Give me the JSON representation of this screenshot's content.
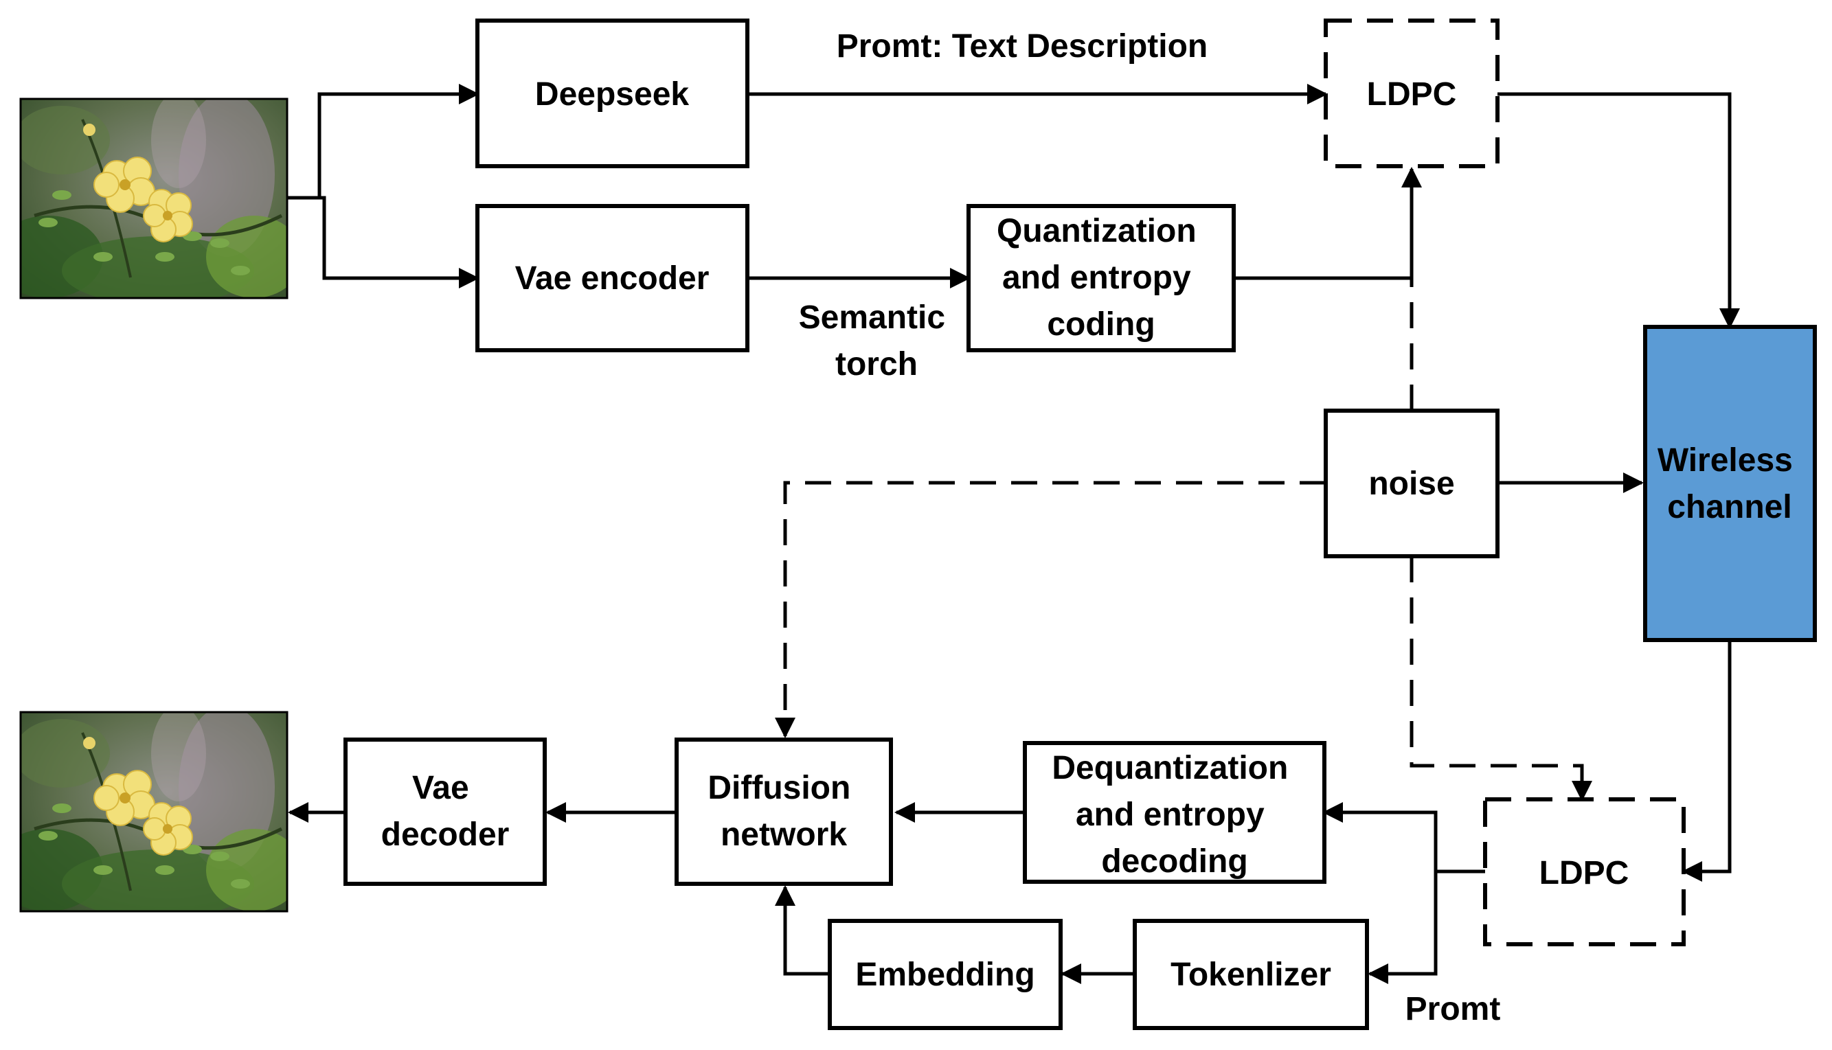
{
  "colors": {
    "channel_fill": "#5b9bd5",
    "stroke": "#000000"
  },
  "icons": {
    "input_photo": "flower-photo-icon",
    "output_photo": "flower-photo-icon"
  },
  "nodes": {
    "deepseek": "Deepseek",
    "vae_encoder": "Vae encoder",
    "quant": [
      "Quantization",
      "and entropy",
      "coding"
    ],
    "ldpc_tx": "LDPC",
    "noise": "noise",
    "channel": [
      "Wireless",
      "channel"
    ],
    "ldpc_rx": "LDPC",
    "dequant": [
      "Dequantization",
      "and entropy",
      "decoding"
    ],
    "diffusion": [
      "Diffusion",
      "network"
    ],
    "vae_decoder": [
      "Vae",
      "decoder"
    ],
    "embedding": "Embedding",
    "tokenizer": "Tokenlizer"
  },
  "edge_labels": {
    "prompt_text": "Promt: Text Description",
    "semantic_torch": [
      "Semantic",
      "torch"
    ],
    "prompt": "Promt"
  }
}
